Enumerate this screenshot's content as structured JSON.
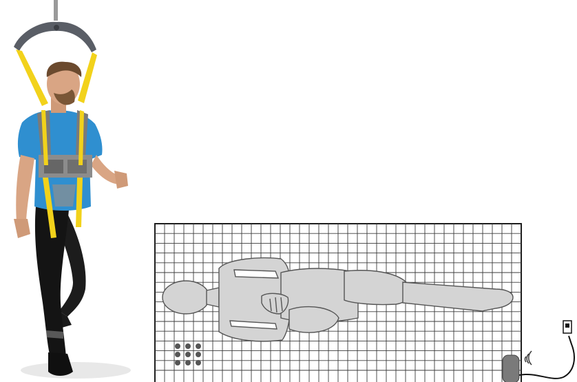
{
  "scene": {
    "left_panel": {
      "subject": "person-walking-in-harness-with-overhead-hoist",
      "shirt_color": "#2f8fd0",
      "harness_color": "#f2d21b",
      "tights_color": "#1a1a1a"
    },
    "right_panel": {
      "subject": "pressure-sensing-grid-mat-with-lying-figure",
      "grid_rows": 16,
      "grid_cols": 38,
      "figure_fill": "#d4d4d4",
      "grid_line_color": "#222222"
    },
    "accessories": [
      "wireless-transmitter-icon",
      "usb-cable-icon"
    ]
  }
}
